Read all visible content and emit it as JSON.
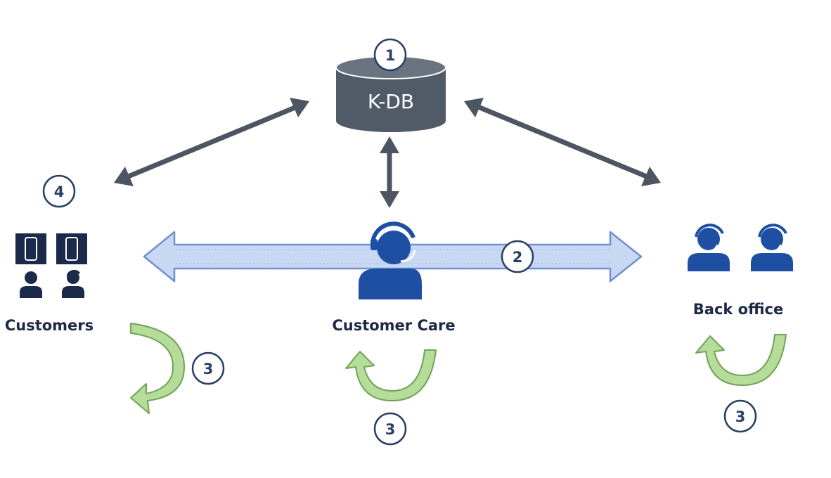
{
  "database": {
    "label": "K-DB",
    "badge": "1"
  },
  "customers": {
    "label": "Customers",
    "badge": "4"
  },
  "customer_care": {
    "label": "Customer Care",
    "badge": "2"
  },
  "back_office": {
    "label": "Back office"
  },
  "loop_badges": {
    "customers": "3",
    "customer_care": "3",
    "back_office": "3"
  },
  "colors": {
    "db_fill": "#515a67",
    "arrow_dark": "#4d5562",
    "agent_blue": "#1f4fa3",
    "device_navy": "#1b2a4a",
    "wide_arrow_fill": "#c9d8f2",
    "wide_arrow_stroke": "#6f8fd0",
    "loop_fill": "#b6dc9a",
    "loop_stroke": "#6fa457",
    "badge_ring": "#2a3f66"
  },
  "icons": [
    "database-icon",
    "smartphone-icon",
    "person-icon",
    "headset-agent-icon",
    "double-arrow-icon",
    "cycle-arrow-icon"
  ]
}
